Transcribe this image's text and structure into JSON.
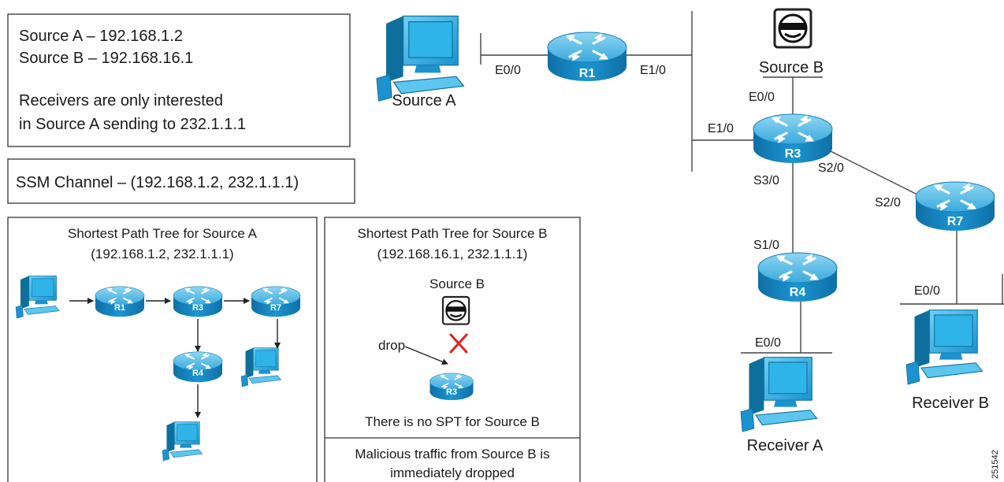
{
  "info_box": {
    "line1": "Source A  – 192.168.1.2",
    "line2": "Source B  – 192.168.16.1",
    "line3": "Receivers are only interested",
    "line4": "in Source A sending to 232.1.1.1"
  },
  "ssm_box": {
    "text": "SSM Channel – (192.168.1.2, 232.1.1.1)"
  },
  "spt_a": {
    "title": "Shortest Path Tree for Source A",
    "channel": "(192.168.1.2, 232.1.1.1)",
    "routers": {
      "r1": "R1",
      "r3": "R3",
      "r7": "R7",
      "r4": "R4"
    }
  },
  "spt_b": {
    "title": "Shortest Path Tree for Source B",
    "channel": "(192.168.16.1, 232.1.1.1)",
    "source_label": "Source B",
    "drop_label": "drop",
    "router": "R3",
    "no_spt": "There is no SPT for Source B",
    "malicious_1": "Malicious traffic from Source B is",
    "malicious_2": "immediately dropped"
  },
  "topology": {
    "source_a": "Source A",
    "source_b": "Source B",
    "receiver_a": "Receiver A",
    "receiver_b": "Receiver B",
    "routers": {
      "r1": "R1",
      "r3": "R3",
      "r4": "R4",
      "r7": "R7"
    },
    "interfaces": {
      "r1_e00": "E0/0",
      "r1_e10": "E1/0",
      "r3_e00": "E0/0",
      "r3_e10": "E1/0",
      "r3_s30": "S3/0",
      "r3_s20": "S2/0",
      "r7_s20": "S2/0",
      "r4_s10": "S1/0",
      "r4_e00": "E0/0",
      "r7_e00": "E0/0"
    }
  },
  "figure_id": "251542",
  "colors": {
    "router_body": "#1b8fce",
    "router_top": "#5cc0ea",
    "pc_blue": "#25a9e0",
    "pc_dark": "#0e6f9c",
    "drop_x": "#e02020"
  }
}
